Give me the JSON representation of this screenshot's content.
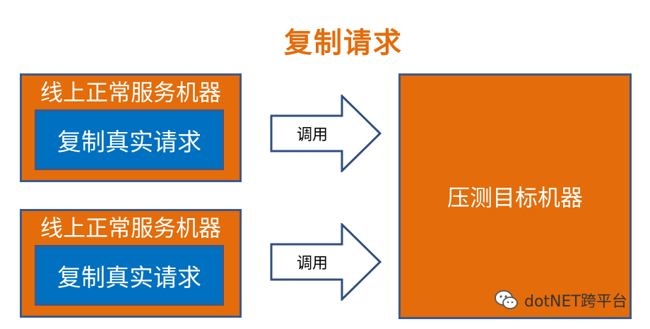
{
  "title": "复制请求",
  "servers": [
    {
      "label": "线上正常服务机器",
      "inner": "复制真实请求"
    },
    {
      "label": "线上正常服务机器",
      "inner": "复制真实请求"
    }
  ],
  "arrows": [
    {
      "label": "调用"
    },
    {
      "label": "调用"
    }
  ],
  "target": {
    "label": "压测目标机器"
  },
  "watermark": {
    "text": "dotNET跨平台",
    "icon": "wechat-icon"
  },
  "colors": {
    "orange": "#e46c0a",
    "blue": "#0070c0",
    "border": "#3a5a8c"
  }
}
